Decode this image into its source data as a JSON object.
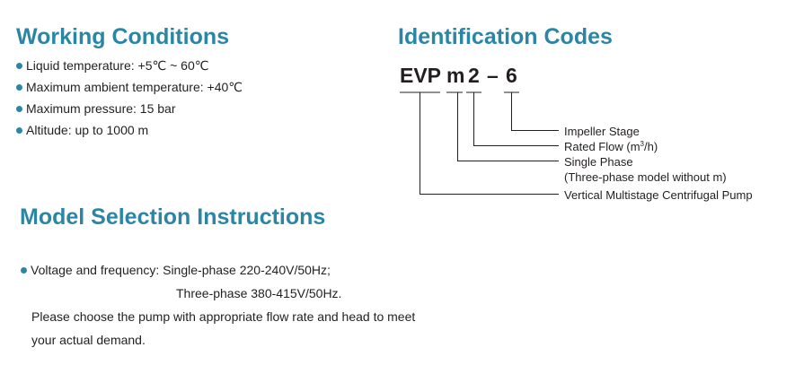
{
  "working_conditions": {
    "title": "Working Conditions",
    "items": [
      "Liquid temperature: +5℃ ~ 60℃",
      "Maximum ambient temperature: +40℃",
      "Maximum pressure: 15 bar",
      "Altitude: up to 1000 m"
    ]
  },
  "identification_codes": {
    "title": "Identification Codes",
    "code_parts": [
      "EVP",
      "m",
      "2",
      "–",
      "6"
    ],
    "labels": {
      "impeller_stage": "Impeller Stage",
      "rated_flow_prefix": "Rated Flow (m",
      "rated_flow_sup": "3",
      "rated_flow_suffix": "/h)",
      "single_phase": "Single Phase",
      "three_phase_note": "(Three-phase model without m)",
      "pump_type": "Vertical Multistage Centrifugal Pump"
    }
  },
  "model_selection": {
    "title": "Model Selection Instructions",
    "voltage_line": "Voltage and frequency: Single-phase 220-240V/50Hz;",
    "three_phase_line": "Three-phase 380-415V/50Hz.",
    "note_line_1": "Please choose the pump with appropriate flow rate and head to meet",
    "note_line_2": "your actual demand."
  }
}
